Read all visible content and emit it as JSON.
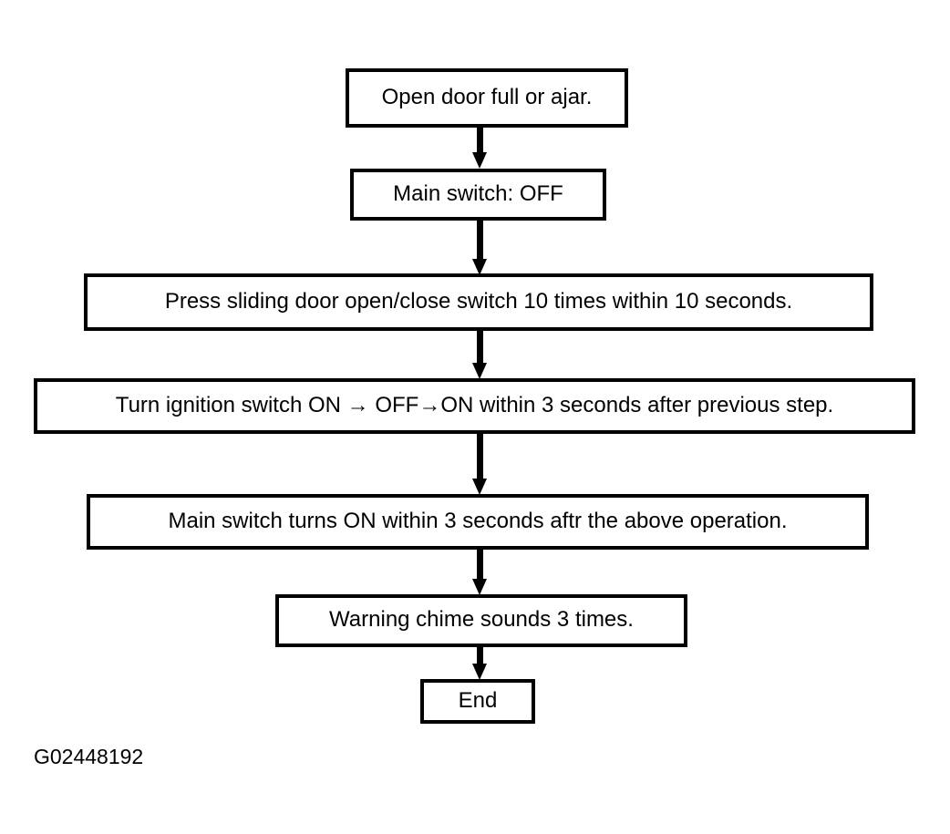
{
  "diagram": {
    "caption": "G02448192",
    "nodes": [
      {
        "id": "open-door",
        "text": "Open door full or ajar."
      },
      {
        "id": "main-switch-off",
        "text": "Main switch: OFF"
      },
      {
        "id": "press-switch",
        "text": "Press sliding door open/close switch 10 times within 10 seconds."
      },
      {
        "id": "ignition",
        "text": "Turn ignition switch ON → OFF→ON within 3 seconds after previous step."
      },
      {
        "id": "main-switch-on",
        "text": "Main switch turns ON within 3 seconds aftr the above operation."
      },
      {
        "id": "chime",
        "text": "Warning chime sounds 3 times."
      },
      {
        "id": "end",
        "text": "End"
      }
    ],
    "colors": {
      "line": "#000000",
      "background": "#ffffff",
      "text": "#000000"
    }
  }
}
